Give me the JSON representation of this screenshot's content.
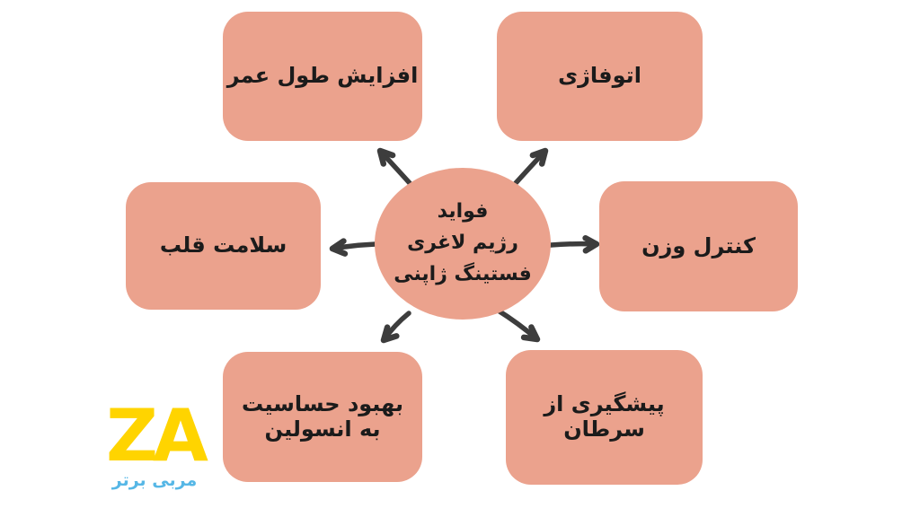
{
  "diagram": {
    "center_node": {
      "line1": "فواید",
      "line2": "رژیم لاغری",
      "line3": "فستینگ ژاپنی"
    },
    "nodes": {
      "top_left": {
        "line1": "افزایش طول عمر"
      },
      "top_right": {
        "line1": "اتوفاژی"
      },
      "middle_left": {
        "line1": "سلامت قلب"
      },
      "middle_right": {
        "line1": "کنترل وزن"
      },
      "bottom_left": {
        "line1": "بهبود حساسیت",
        "line2": "به انسولین"
      },
      "bottom_right": {
        "line1": "پیشگیری از",
        "line2": "سرطان"
      }
    },
    "colors": {
      "node_fill": "#EBA28D",
      "arrow": "#3D3D3D",
      "text": "#1B1B1B"
    }
  },
  "logo": {
    "monogram": "ZA",
    "tagline": "مربی برتر",
    "monogram_color": "#FFD400",
    "tagline_color": "#56B7E6"
  }
}
